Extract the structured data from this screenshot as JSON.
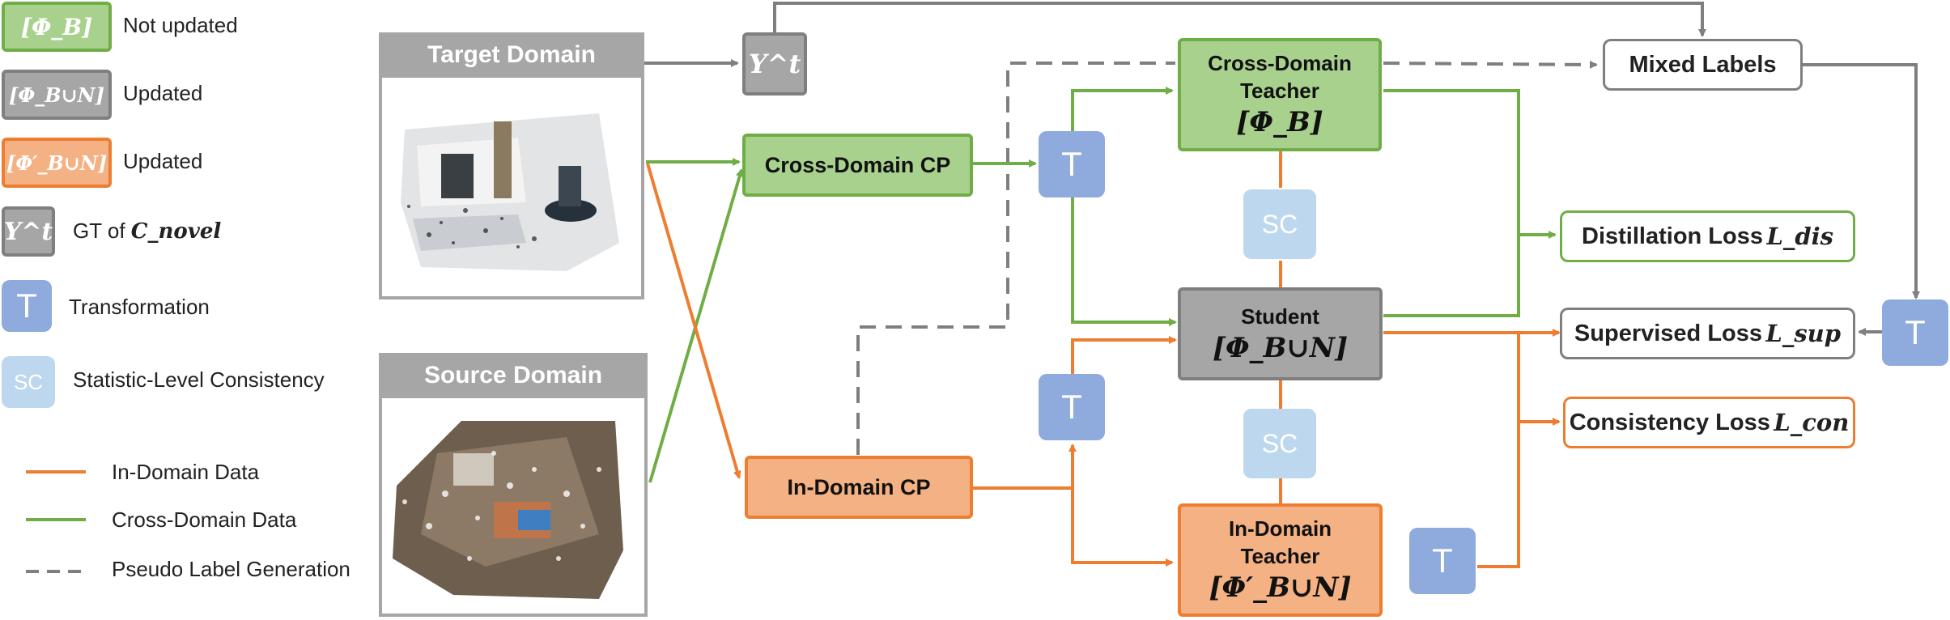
{
  "colors": {
    "green_fill": "#a9d18e",
    "green_line": "#70ad47",
    "gray_fill": "#a6a6a6",
    "gray_line": "#7f7f7f",
    "orange_fill": "#f4b183",
    "orange_line": "#ed7d31",
    "transform_fill": "#8faadc",
    "consistency_fill": "#bdd7ee"
  },
  "legend": {
    "phi_b_symbol": "[Φ_B]",
    "not_updated": "Not updated",
    "phi_bun_symbol": "[Φ_B∪N]",
    "updated_gray": "Updated",
    "phi_bun_prime_symbol": "[Φ′_B∪N]",
    "updated_orange": "Updated",
    "yt_symbol": "Y^t",
    "gt_of": "GT of",
    "c_novel": "C_novel",
    "t_symbol": "T",
    "transformation": "Transformation",
    "sc_symbol": "SC",
    "statistic_consistency": "Statistic-Level Consistency",
    "in_domain_data": "In-Domain Data",
    "cross_domain_data": "Cross-Domain Data",
    "pseudo_label_generation": "Pseudo Label Generation"
  },
  "panels": {
    "target_domain": "Target Domain",
    "source_domain": "Source Domain"
  },
  "nodes": {
    "yt": "Y^t",
    "cross_domain_cp": "Cross-Domain CP",
    "in_domain_cp": "In-Domain CP",
    "cross_teacher_line1": "Cross-Domain",
    "cross_teacher_line2": "Teacher",
    "cross_teacher_symbol": "[Φ_B]",
    "student_name": "Student",
    "student_symbol": "[Φ_B∪N]",
    "in_teacher_line1": "In-Domain",
    "in_teacher_line2": "Teacher",
    "in_teacher_symbol": "[Φ′_B∪N]",
    "mixed_labels": "Mixed Labels",
    "t": "T",
    "sc": "SC"
  },
  "losses": {
    "distillation": "Distillation Loss",
    "distillation_sym": "L_dis",
    "supervised": "Supervised Loss",
    "supervised_sym": "L_sup",
    "consistency": "Consistency Loss",
    "consistency_sym": "L_con"
  }
}
